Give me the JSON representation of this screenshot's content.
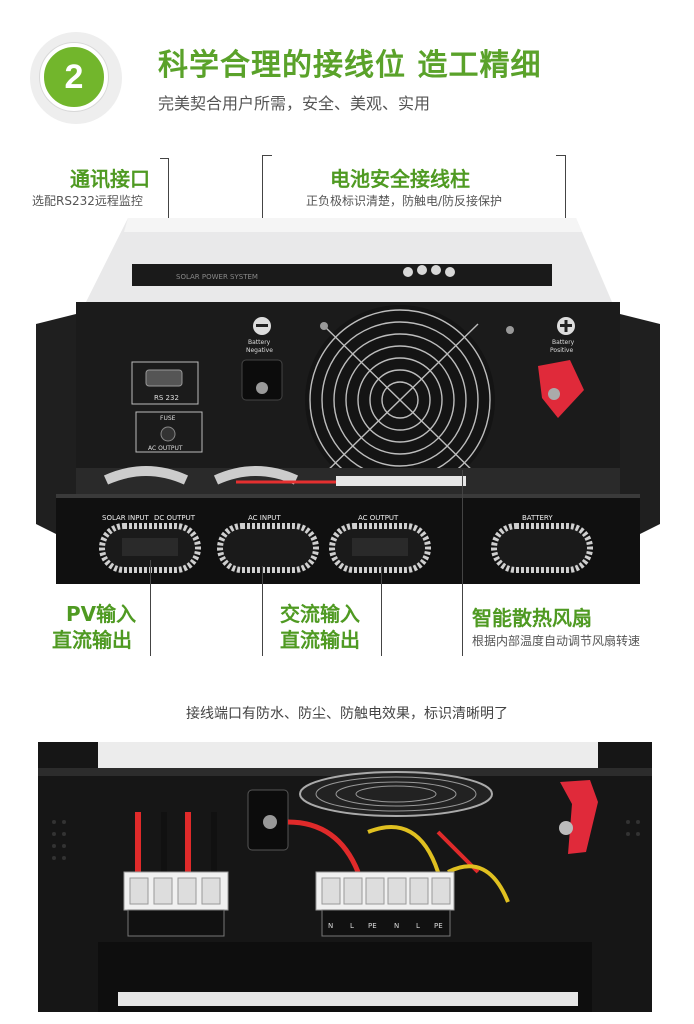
{
  "header": {
    "badge_number": "2",
    "title": "科学合理的接线位  造工精细",
    "subtitle": "完美契合用户所需，安全、美观、实用"
  },
  "callouts": {
    "comm_port": {
      "title": "通讯接口",
      "sub": "选配RS232远程监控"
    },
    "battery_terminal": {
      "title": "电池安全接线柱",
      "sub": "正负极标识清楚，防触电/防反接保护"
    },
    "pv_dc": {
      "line1": "PV输入",
      "line2": "直流输出"
    },
    "ac_io": {
      "line1": "交流输入",
      "line2": "直流输出"
    },
    "fan": {
      "title": "智能散热风扇",
      "sub": "根据内部温度自动调节风扇转速"
    }
  },
  "panel_labels": {
    "rs232": "RS 232",
    "fuse": "FUSE",
    "ac_output_small": "AC OUTPUT",
    "battery_negative_1": "Battery",
    "battery_negative_2": "Negative",
    "battery_positive_1": "Battery",
    "battery_positive_2": "Positive",
    "solar_input": "SOLAR INPUT",
    "dc_output": "DC OUTPUT",
    "ac_input": "AC INPUT",
    "ac_output": "AC OUTPUT",
    "battery": "BATTERY",
    "brand": "SOLAR POWER SYSTEM"
  },
  "caption": "接线端口有防水、防尘、防触电效果，标识清晰明了",
  "terminal_labels": [
    "N",
    "L",
    "PE",
    "N",
    "L",
    "PE"
  ],
  "colors": {
    "accent_green": "#5aa22a",
    "badge_green": "#72b62c",
    "battery_red": "#e02a3a"
  }
}
